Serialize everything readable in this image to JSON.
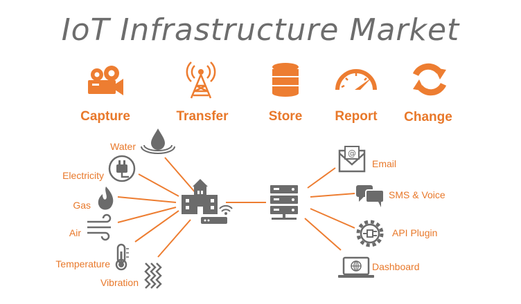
{
  "title": "IoT Infrastructure Market",
  "stages": [
    {
      "label": "Capture",
      "icon": "camera-icon"
    },
    {
      "label": "Transfer",
      "icon": "radio-tower-icon"
    },
    {
      "label": "Store",
      "icon": "database-icon"
    },
    {
      "label": "Report",
      "icon": "gauge-icon"
    },
    {
      "label": "Change",
      "icon": "refresh-icon"
    }
  ],
  "sources": [
    {
      "label": "Water",
      "icon": "water-drop-icon"
    },
    {
      "label": "Electricity",
      "icon": "plug-icon"
    },
    {
      "label": "Gas",
      "icon": "flame-icon"
    },
    {
      "label": "Air",
      "icon": "wind-icon"
    },
    {
      "label": "Temperature",
      "icon": "thermometer-icon"
    },
    {
      "label": "Vibration",
      "icon": "vibration-icon"
    }
  ],
  "outputs": [
    {
      "label": "Email",
      "icon": "email-icon"
    },
    {
      "label": "SMS & Voice",
      "icon": "chat-bubbles-icon"
    },
    {
      "label": "API Plugin",
      "icon": "gear-plug-icon"
    },
    {
      "label": "Dashboard",
      "icon": "laptop-icon"
    }
  ],
  "colors": {
    "accent": "#ed7d31",
    "icon_gray": "#6b6b6b",
    "title_gray": "#6d6d6d"
  }
}
